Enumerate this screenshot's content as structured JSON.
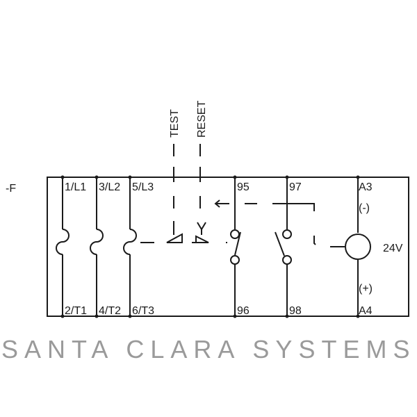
{
  "device_label": "-F",
  "buttons": {
    "test": "TEST",
    "reset": "RESET"
  },
  "terminals": {
    "top": [
      "1/L1",
      "3/L2",
      "5/L3",
      "95",
      "97",
      "A3"
    ],
    "bottom": [
      "2/T1",
      "4/T2",
      "6/T3",
      "96",
      "98",
      "A4"
    ]
  },
  "coil": {
    "minus": "(-)",
    "plus": "(+)",
    "voltage": "24V"
  },
  "watermark": "SANTA CLARA SYSTEMS"
}
